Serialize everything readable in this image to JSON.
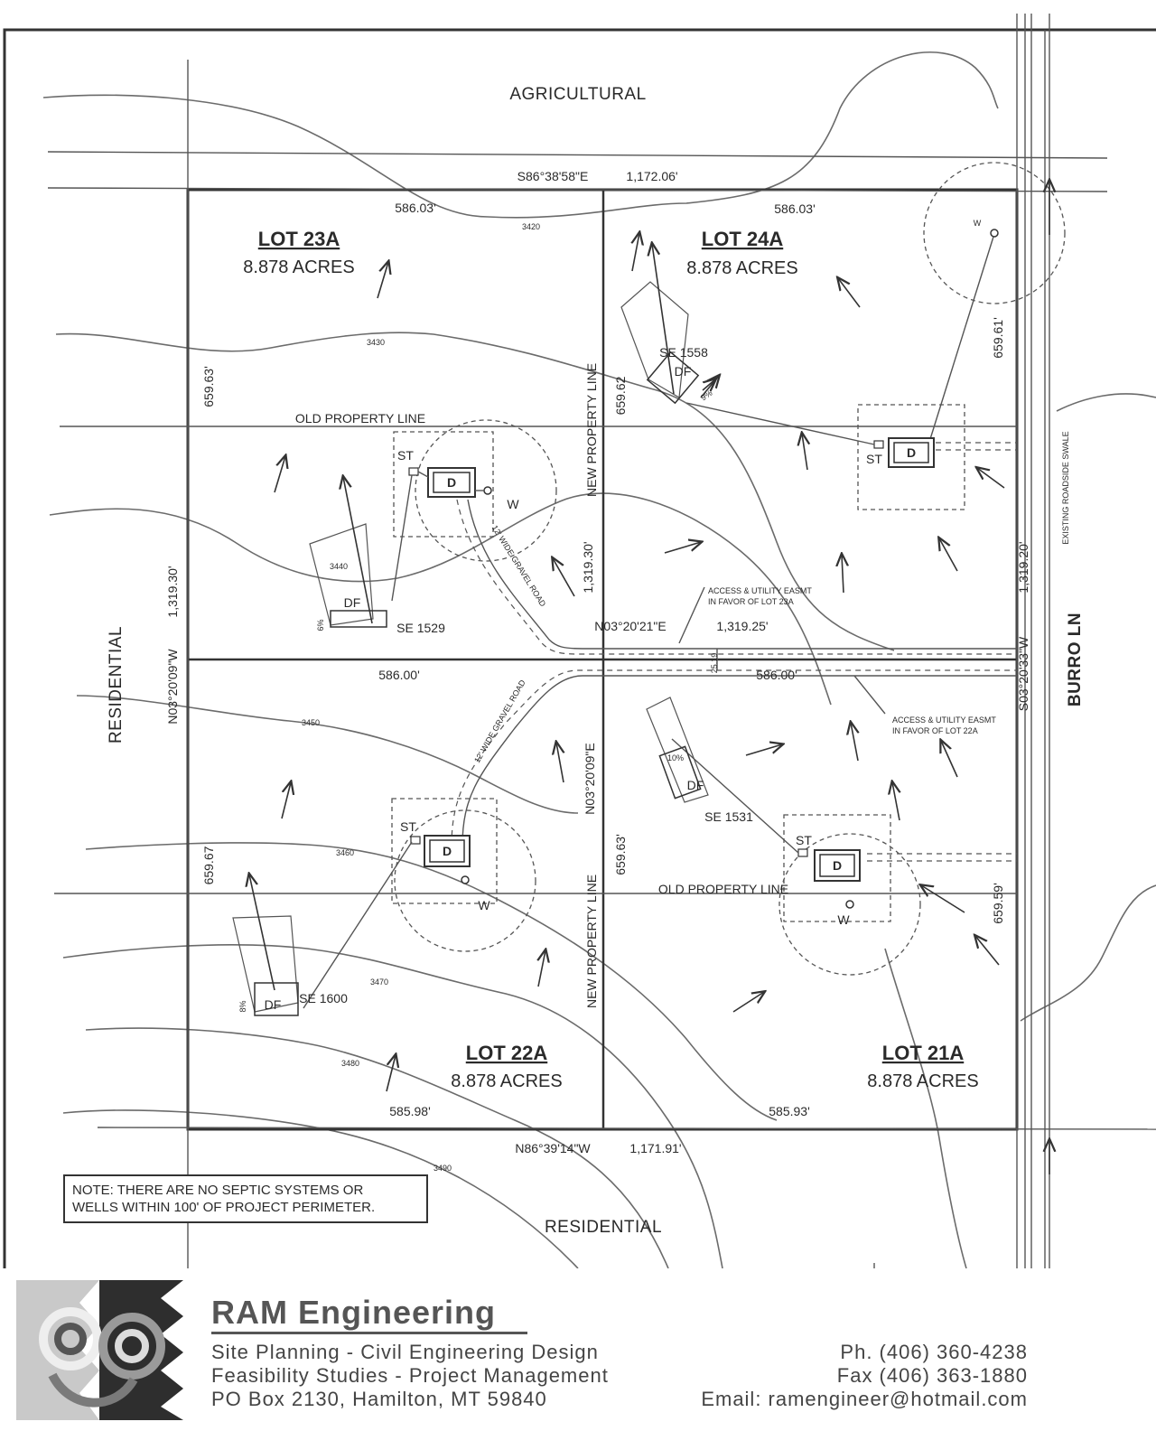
{
  "surroundings": {
    "north": "AGRICULTURAL",
    "south": "RESIDENTIAL",
    "west": "RESIDENTIAL",
    "road": "BURRO LN",
    "swale": "EXISTING ROADSIDE SWALE"
  },
  "lots": [
    {
      "name": "LOT 23A",
      "acres": "8.878 ACRES"
    },
    {
      "name": "LOT 24A",
      "acres": "8.878 ACRES"
    },
    {
      "name": "LOT 22A",
      "acres": "8.878 ACRES"
    },
    {
      "name": "LOT 21A",
      "acres": "8.878 ACRES"
    }
  ],
  "bearings": {
    "north": "S86°38'58\"E",
    "north_len": "1,172.06'",
    "south": "N86°39'14\"W",
    "south_len": "1,171.91'",
    "west": "N03°20'09\"W",
    "west_len": "1,319.30'",
    "east": "S03°20'33\"W",
    "east_len": "1,319.20'",
    "mid_ew": "N03°20'21\"E",
    "mid_ew_len": "1,319.25'",
    "mid_ns": "N03°20'09\"E"
  },
  "dimensions": {
    "d1": "586.03'",
    "d2": "586.03'",
    "d3": "659.63'",
    "d4": "659.62",
    "d5": "1,319.30'",
    "d6": "659.61'",
    "d7": "586.00'",
    "d8": "586.00'",
    "d9": "659.67",
    "d10": "659.63'",
    "d11": "659.59'",
    "d12": "585.98'",
    "d13": "585.93'",
    "d14": "25.19"
  },
  "lines": {
    "old_property": "OLD PROPERTY LINE",
    "new_property": "NEW PROPERTY LINE"
  },
  "contours": [
    "3420",
    "3430",
    "3440",
    "3450",
    "3460",
    "3470",
    "3480",
    "3490"
  ],
  "features": {
    "drive": "D",
    "well": "W",
    "septic": "ST",
    "drainfield": "DF",
    "se1558": "SE 1558",
    "se1529": "SE 1529",
    "se1531": "SE 1531",
    "se1600": "SE 1600",
    "road1": "12' WIDE GRAVEL ROAD",
    "road2": "12' WIDE GRAVEL ROAD",
    "slope9": "9%",
    "slope6": "6%",
    "slope10": "10%",
    "slope8": "8%",
    "easement23": [
      "ACCESS & UTILITY EASMT",
      "IN FAVOR OF LOT 23A"
    ],
    "easement22": [
      "ACCESS & UTILITY EASMT",
      "IN FAVOR OF LOT 22A"
    ]
  },
  "note": [
    "NOTE:  THERE ARE NO SEPTIC SYSTEMS OR",
    "WELLS WITHIN 100' OF PROJECT PERIMETER."
  ],
  "company": {
    "name": "RAM Engineering",
    "services": [
      "Site Planning - Civil Engineering Design",
      "Feasibility Studies - Project Management",
      "PO Box 2130, Hamilton, MT 59840"
    ],
    "phone": "Ph. (406) 360-4238",
    "fax": "Fax (406) 363-1880",
    "email": "Email: ramengineer@hotmail.com"
  }
}
